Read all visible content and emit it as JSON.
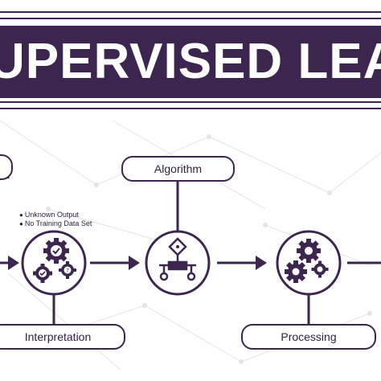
{
  "banner": {
    "title": "UPERVISED LEARN"
  },
  "nodes": {
    "algorithm": {
      "label": "Algorithm",
      "icon": "flowchart-icon"
    },
    "interpretation": {
      "label": "Interpretation",
      "icon": "gears-check-icon"
    },
    "processing": {
      "label": "Processing",
      "icon": "gears-icon"
    }
  },
  "notes": [
    "Unknown Output",
    "No Training Data Set"
  ],
  "colors": {
    "primary": "#3c2650",
    "background": "#ffffff"
  }
}
